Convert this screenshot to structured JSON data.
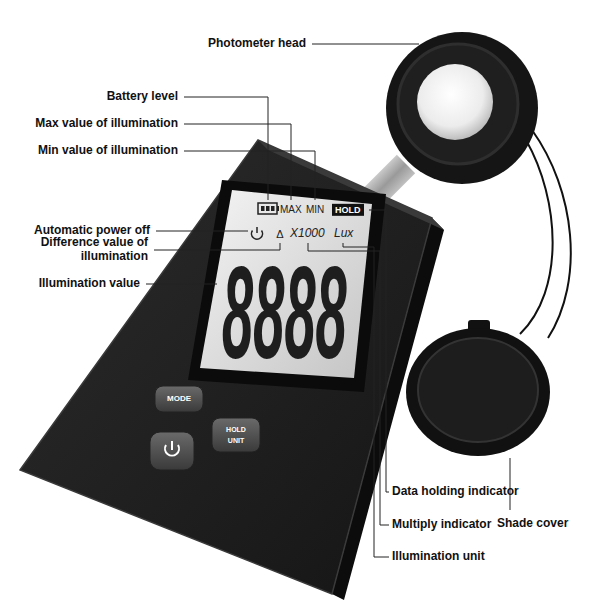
{
  "diagram": {
    "labels": [
      "Photometer head",
      "Battery level",
      "Max value of illumination",
      "Min value of illumination",
      "Automatic power off",
      "Difference value of illumination",
      "Illumination value",
      "MAX",
      "MIN",
      "HOLD",
      "Δ",
      "X1000",
      "Lux",
      "8888",
      "MODE",
      "HOLD",
      "UNIT",
      "Data holding indicator",
      "Multiply indicator",
      "Shade cover",
      "Illumination unit"
    ]
  }
}
